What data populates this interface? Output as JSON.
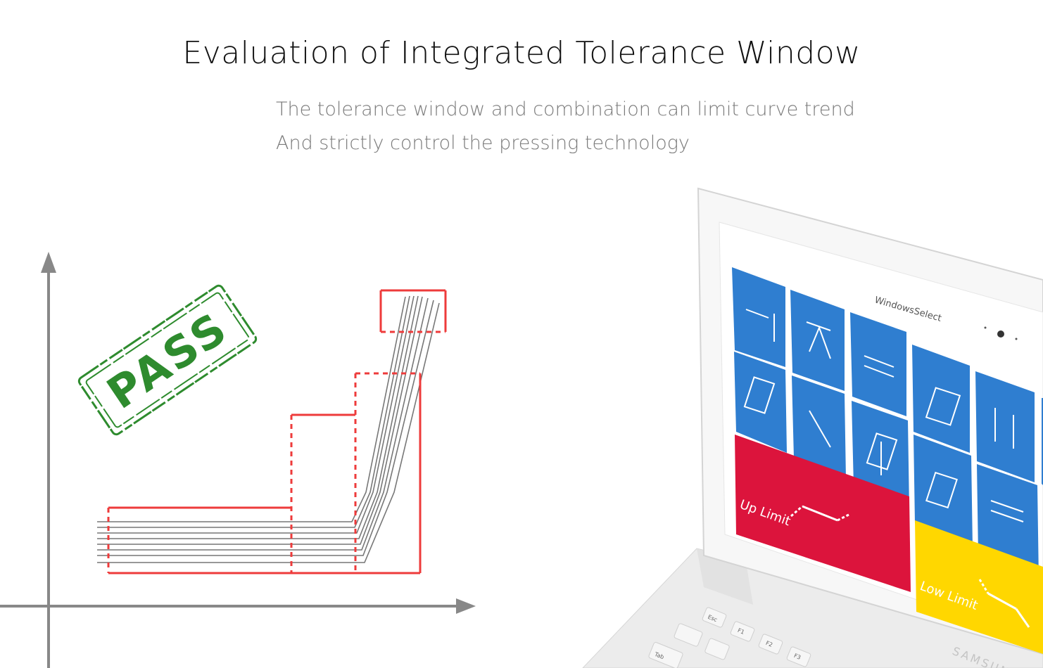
{
  "header": {
    "title": "Evaluation of Integrated Tolerance Window",
    "subtitle_line1": "The tolerance window and combination can limit curve trend",
    "subtitle_line2": "And strictly control the pressing technology"
  },
  "diagram": {
    "stamp_text": "PASS",
    "stamp_color": "#2e8b2e",
    "window_color": "#ee3b3b",
    "curve_color": "#777777",
    "axis_color": "#888888"
  },
  "laptop": {
    "brand_label": "WindowsSelect",
    "keyboard_brand": "SAMSUNG",
    "up_limit_label": "Up Limit",
    "low_limit_label": "Low Limit",
    "key_labels": [
      "Esc",
      "F1",
      "F2",
      "F3",
      "Tab"
    ],
    "tile_blue": "#2f7ed0",
    "tile_red": "#dc143c",
    "tile_yellow": "#ffd700"
  }
}
